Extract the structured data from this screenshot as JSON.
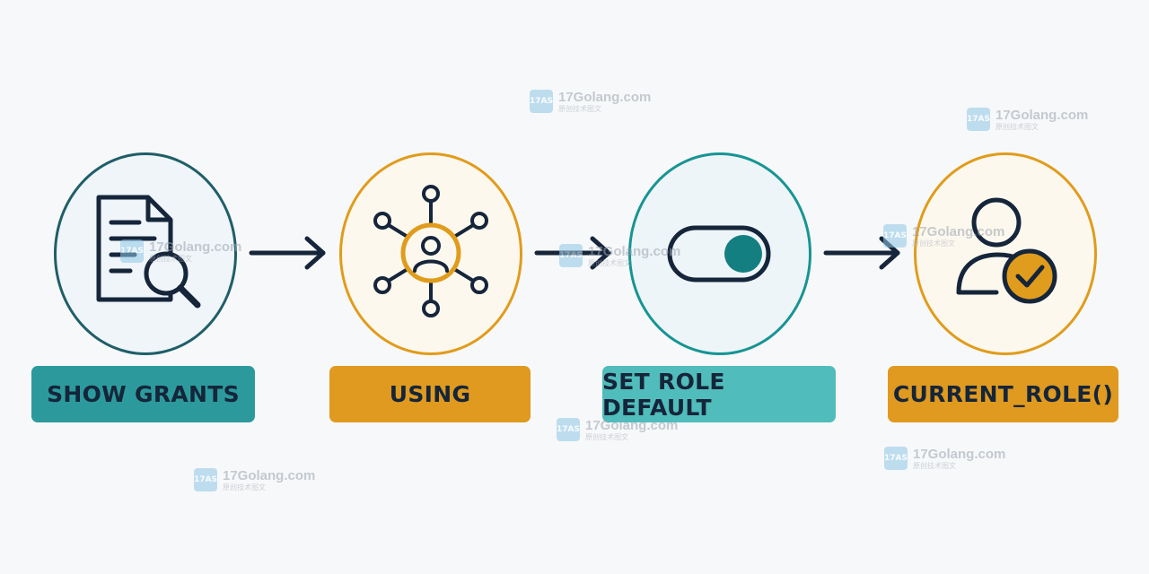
{
  "steps": [
    {
      "label": "SHOW GRANTS",
      "icon": "document-search-icon"
    },
    {
      "label": "USING",
      "icon": "network-user-icon"
    },
    {
      "label": "SET ROLE DEFAULT",
      "icon": "toggle-switch-icon"
    },
    {
      "label": "CURRENT_ROLE()",
      "icon": "user-check-icon"
    }
  ],
  "colors": {
    "teal_dark": "#1f5e69",
    "gold": "#e09c1c",
    "teal": "#179494",
    "ink": "#15253a"
  },
  "watermark": {
    "text": "17Golang.com",
    "subtext": "原创技术图文",
    "badge": "17AS"
  }
}
